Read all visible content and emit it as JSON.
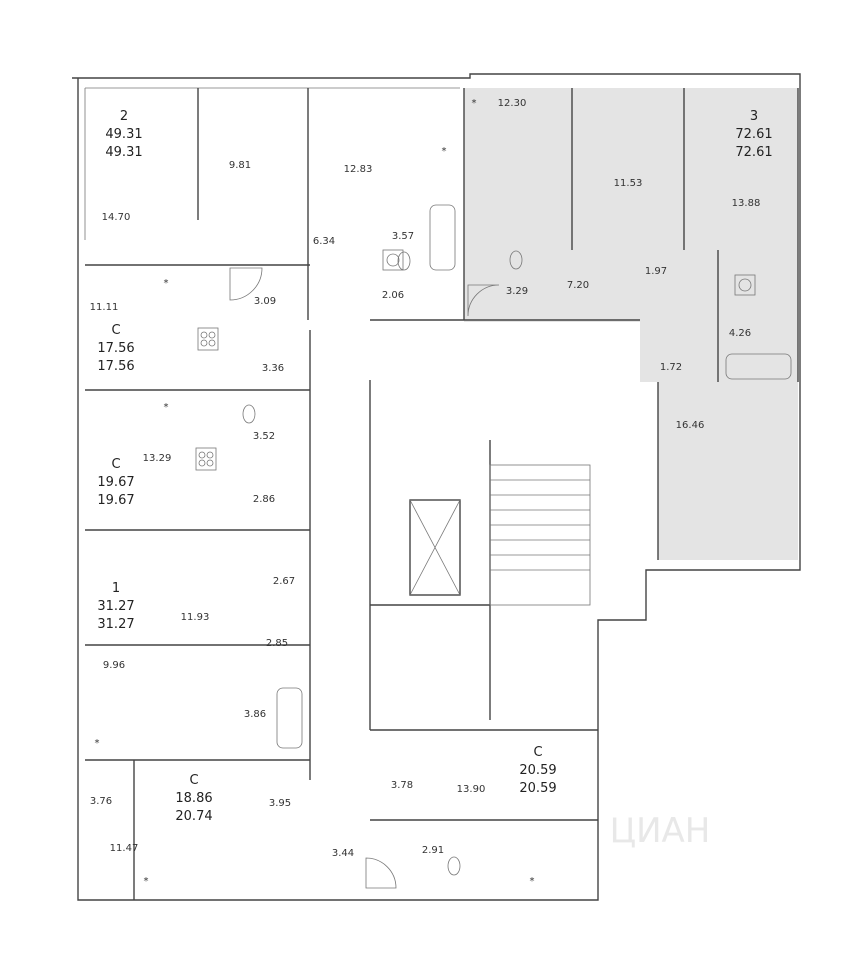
{
  "apartments": [
    {
      "id": "apt-2",
      "type": "2",
      "area_total": "49.31",
      "area_living": "49.31",
      "highlighted": false
    },
    {
      "id": "apt-3",
      "type": "3",
      "area_total": "72.61",
      "area_living": "72.61",
      "highlighted": true
    },
    {
      "id": "apt-c-1756",
      "type": "С",
      "area_total": "17.56",
      "area_living": "17.56",
      "highlighted": false
    },
    {
      "id": "apt-c-1967",
      "type": "С",
      "area_total": "19.67",
      "area_living": "19.67",
      "highlighted": false
    },
    {
      "id": "apt-1",
      "type": "1",
      "area_total": "31.27",
      "area_living": "31.27",
      "highlighted": false
    },
    {
      "id": "apt-c-1886",
      "type": "С",
      "area_total": "18.86",
      "area_living": "20.74",
      "highlighted": false
    },
    {
      "id": "apt-c-2059",
      "type": "С",
      "area_total": "20.59",
      "area_living": "20.59",
      "highlighted": false
    }
  ],
  "rooms": [
    "14.70",
    "9.81",
    "12.83",
    "6.34",
    "3.57",
    "2.06",
    "12.30",
    "11.53",
    "13.88",
    "7.20",
    "1.97",
    "3.29",
    "4.26",
    "1.72",
    "16.46",
    "11.11",
    "3.09",
    "3.36",
    "13.29",
    "3.52",
    "2.86",
    "2.67",
    "11.93",
    "2.85",
    "9.96",
    "3.86",
    "3.76",
    "11.47",
    "3.95",
    "3.44",
    "3.78",
    "2.91",
    "13.90"
  ],
  "watermark": "ЦИАН",
  "colors": {
    "highlight": "#e4e4e4",
    "wall": "#444444",
    "background": "#ffffff"
  },
  "icons": [
    "stove-icon",
    "sink-icon",
    "toilet-icon",
    "bathtub-icon",
    "shower-icon",
    "washing-machine-icon",
    "fridge-icon"
  ]
}
